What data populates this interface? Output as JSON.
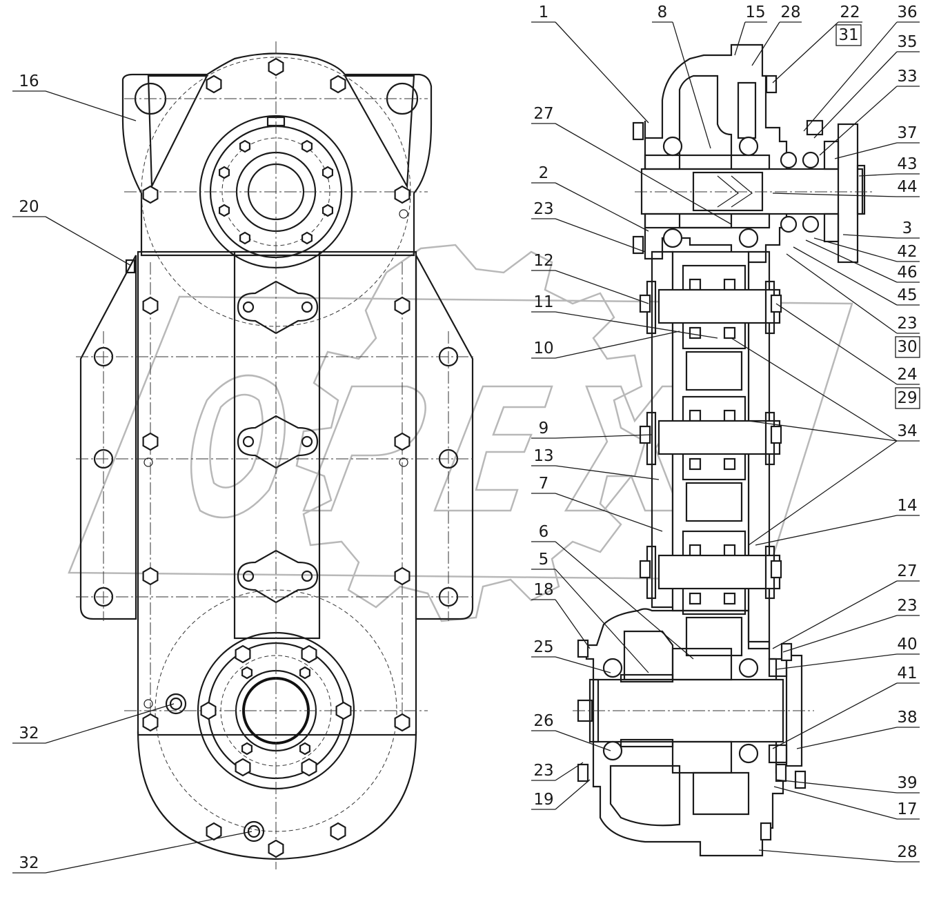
{
  "watermark": {
    "text": "OPEX"
  },
  "callouts": [
    {
      "id": "c16",
      "text": "16"
    },
    {
      "id": "c20",
      "text": "20"
    },
    {
      "id": "c32a",
      "text": "32"
    },
    {
      "id": "c32b",
      "text": "32"
    },
    {
      "id": "c1",
      "text": "1"
    },
    {
      "id": "c8",
      "text": "8"
    },
    {
      "id": "c15",
      "text": "15"
    },
    {
      "id": "c28a",
      "text": "28"
    },
    {
      "id": "c22",
      "text": "22"
    },
    {
      "id": "c31",
      "text": "31"
    },
    {
      "id": "c36",
      "text": "36"
    },
    {
      "id": "c35",
      "text": "35"
    },
    {
      "id": "c33",
      "text": "33"
    },
    {
      "id": "c37",
      "text": "37"
    },
    {
      "id": "c43",
      "text": "43"
    },
    {
      "id": "c44",
      "text": "44"
    },
    {
      "id": "c3",
      "text": "3"
    },
    {
      "id": "c42",
      "text": "42"
    },
    {
      "id": "c46",
      "text": "46"
    },
    {
      "id": "c45",
      "text": "45"
    },
    {
      "id": "c23a",
      "text": "23"
    },
    {
      "id": "c30",
      "text": "30"
    },
    {
      "id": "c24",
      "text": "24"
    },
    {
      "id": "c29",
      "text": "29"
    },
    {
      "id": "c34",
      "text": "34"
    },
    {
      "id": "c14",
      "text": "14"
    },
    {
      "id": "c27a",
      "text": "27"
    },
    {
      "id": "c23b",
      "text": "23"
    },
    {
      "id": "c40",
      "text": "40"
    },
    {
      "id": "c41",
      "text": "41"
    },
    {
      "id": "c38",
      "text": "38"
    },
    {
      "id": "c39",
      "text": "39"
    },
    {
      "id": "c17",
      "text": "17"
    },
    {
      "id": "c28b",
      "text": "28"
    },
    {
      "id": "c27b",
      "text": "27"
    },
    {
      "id": "c2",
      "text": "2"
    },
    {
      "id": "c23c",
      "text": "23"
    },
    {
      "id": "c12",
      "text": "12"
    },
    {
      "id": "c11",
      "text": "11"
    },
    {
      "id": "c10",
      "text": "10"
    },
    {
      "id": "c9",
      "text": "9"
    },
    {
      "id": "c13",
      "text": "13"
    },
    {
      "id": "c7",
      "text": "7"
    },
    {
      "id": "c6",
      "text": "6"
    },
    {
      "id": "c5",
      "text": "5"
    },
    {
      "id": "c18",
      "text": "18"
    },
    {
      "id": "c25",
      "text": "25"
    },
    {
      "id": "c26",
      "text": "26"
    },
    {
      "id": "c23d",
      "text": "23"
    },
    {
      "id": "c19",
      "text": "19"
    }
  ]
}
